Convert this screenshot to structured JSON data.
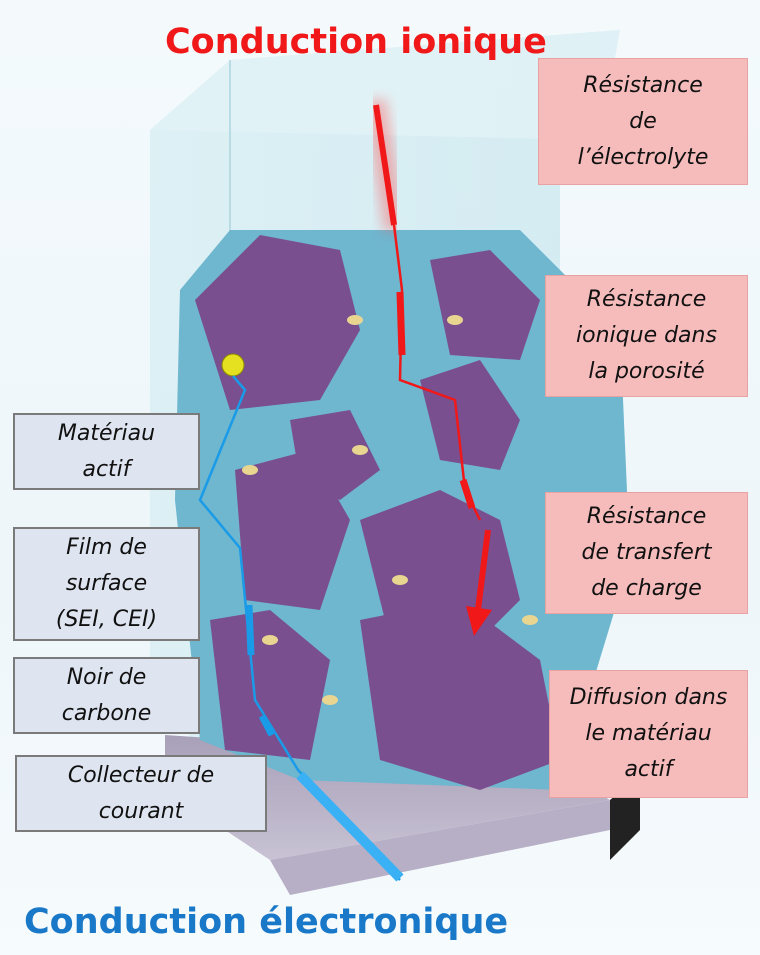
{
  "titles": {
    "ionic": "Conduction ionique",
    "electronic": "Conduction électronique"
  },
  "right_labels": [
    {
      "lines": [
        "Résistance",
        "de",
        "l’électrolyte"
      ]
    },
    {
      "lines": [
        "Résistance",
        "ionique dans",
        "la porosité"
      ]
    },
    {
      "lines": [
        "Résistance",
        "de transfert",
        "de charge"
      ]
    },
    {
      "lines": [
        "Diffusion dans",
        "le matériau",
        "actif"
      ]
    }
  ],
  "left_labels": [
    {
      "lines": [
        "Matériau",
        "actif"
      ]
    },
    {
      "lines": [
        "Film de",
        "surface",
        "(SEI, CEI)"
      ]
    },
    {
      "lines": [
        "Noir de",
        "carbone"
      ]
    },
    {
      "lines": [
        "Collecteur de",
        "courant"
      ]
    }
  ],
  "colors": {
    "ionic": "#f01818",
    "electronic": "#1a9be8",
    "label_pink": "#f6bcbc",
    "label_grey": "#dfe5f0",
    "particle_purple": "#7a4a8c",
    "flake_blue": "#5ab8d6"
  }
}
